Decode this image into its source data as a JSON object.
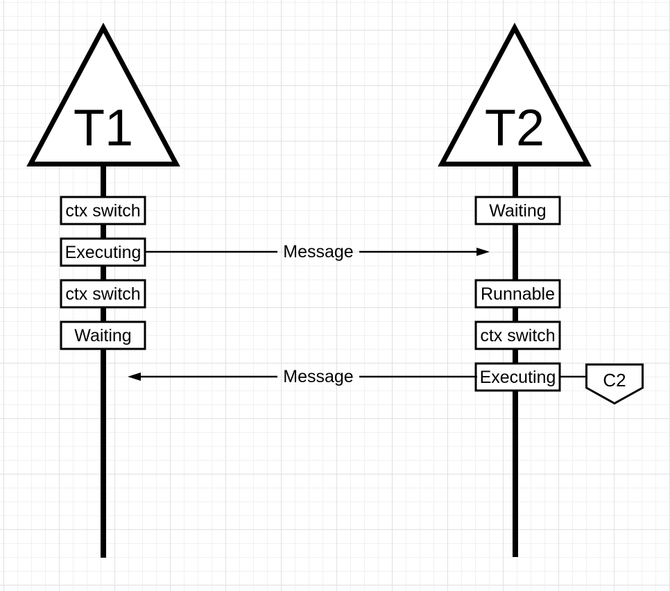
{
  "canvas": {
    "background": "#ffffff",
    "grid_minor_color": "#f1f1f3",
    "grid_major_color": "#e0e0e4",
    "ink_color": "#000000"
  },
  "threads": [
    {
      "label": "T1",
      "states": [
        "ctx switch",
        "Executing",
        "ctx switch",
        "Waiting"
      ]
    },
    {
      "label": "T2",
      "states": [
        "Waiting",
        "Runnable",
        "ctx switch",
        "Executing"
      ]
    }
  ],
  "messages": [
    {
      "label": "Message",
      "direction": "left-to-right"
    },
    {
      "label": "Message",
      "direction": "right-to-left"
    }
  ],
  "annotation": {
    "label": "C2"
  }
}
